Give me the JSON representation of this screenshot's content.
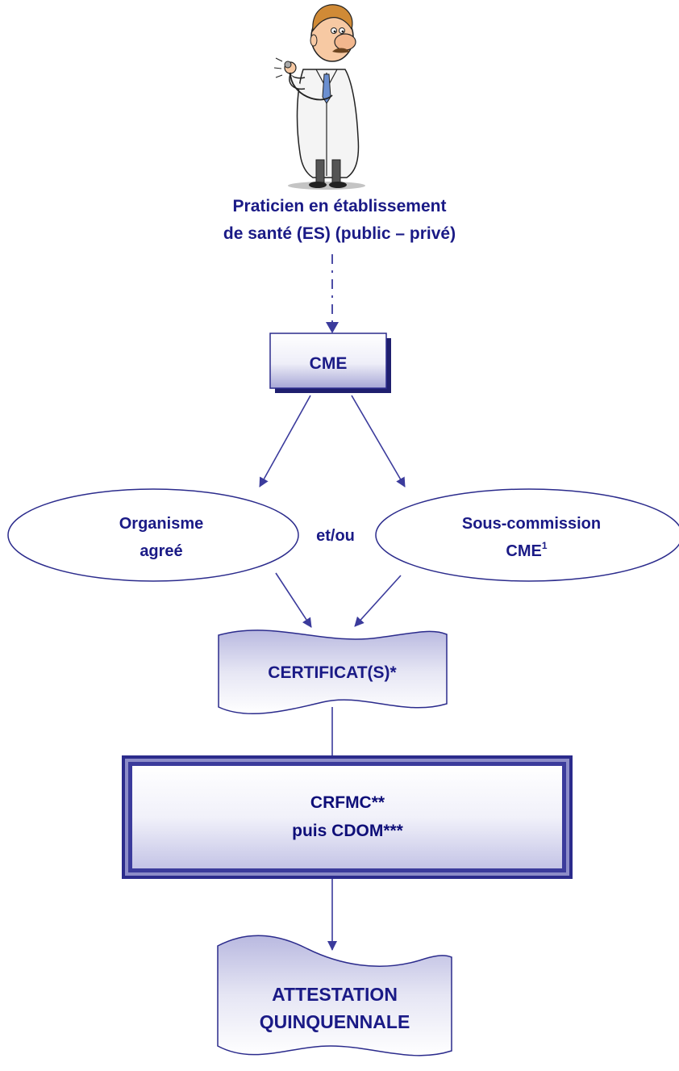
{
  "practitioner": {
    "line1": "Praticien en établissement",
    "line2": "de santé (ES) (public – privé)",
    "icon": "doctor-with-stethoscope-icon"
  },
  "cme": {
    "label": "CME"
  },
  "organisme": {
    "line1": "Organisme",
    "line2": "agreé"
  },
  "connector": {
    "label": "et/ou"
  },
  "sous_commission": {
    "line1": "Sous-commission",
    "line2": "CME",
    "footnote_mark": "1"
  },
  "certificats": {
    "label": "CERTIFICAT(S)*"
  },
  "crfmc": {
    "line1": "CRFMC**",
    "line2": "puis CDOM***"
  },
  "attestation": {
    "line1": "ATTESTATION",
    "line2": "QUINQUENNALE"
  },
  "colors": {
    "text": "#1a1a86",
    "line": "#3b3b9c",
    "box_light": "#ffffff",
    "box_shade": "#a8a8d8",
    "frame": "#2b2b8c"
  }
}
